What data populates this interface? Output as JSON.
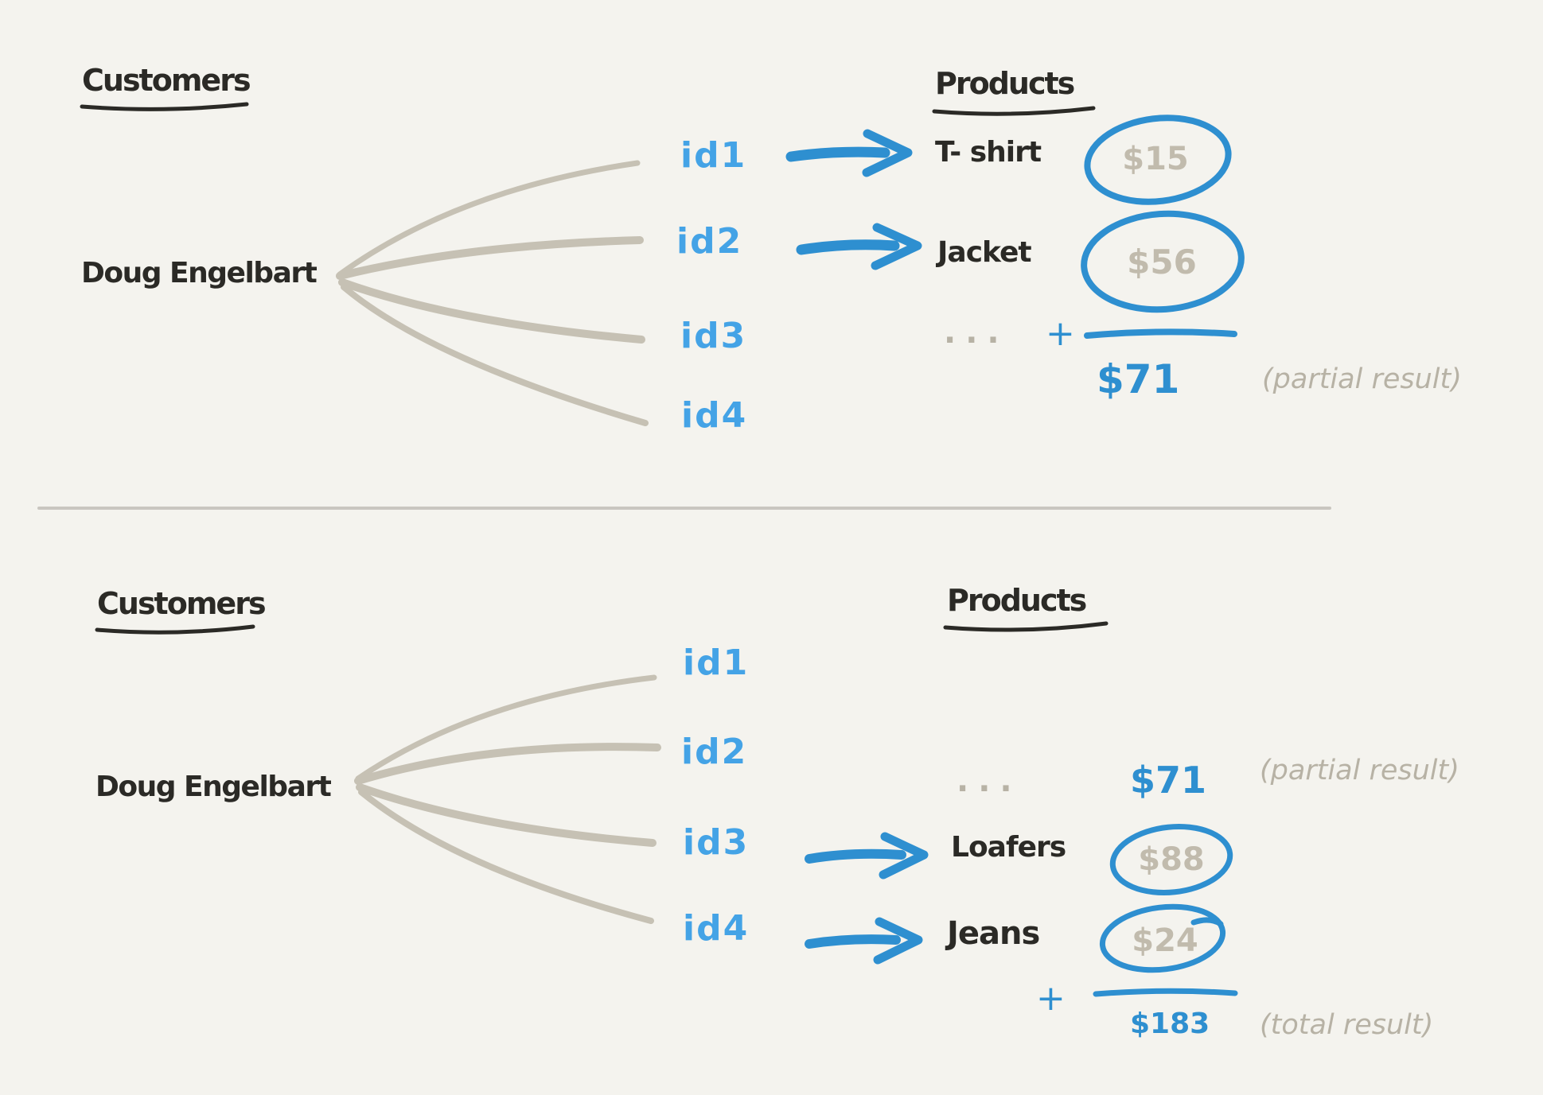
{
  "palette": {
    "background": "#f4f3ee",
    "ink": "#2b2a26",
    "blue_text": "#44a3e6",
    "blue_stroke": "#2e8fd0",
    "gray_stroke": "#c6c1b4",
    "gray_price": "#c1bbad",
    "gray_note": "#b7b2a5"
  },
  "top_diagram": {
    "customers_heading": "Customers",
    "products_heading": "Products",
    "customer_name": "Doug Engelbart",
    "order_ids": [
      "id1",
      "id2",
      "id3",
      "id4"
    ],
    "mapped_products": [
      {
        "name": "T- shirt",
        "price": "$15"
      },
      {
        "name": "Jacket",
        "price": "$56"
      }
    ],
    "ellipsis": "...",
    "plus_sign": "+",
    "sum_value": "$71",
    "sum_note": "(partial result)"
  },
  "bottom_diagram": {
    "customers_heading": "Customers",
    "products_heading": "Products",
    "customer_name": "Doug Engelbart",
    "order_ids": [
      "id1",
      "id2",
      "id3",
      "id4"
    ],
    "carried_over": {
      "ellipsis": "...",
      "value": "$71",
      "note": "(partial result)"
    },
    "mapped_products": [
      {
        "name": "Loafers",
        "price": "$88"
      },
      {
        "name": "Jeans",
        "price": "$24"
      }
    ],
    "plus_sign": "+",
    "sum_value": "$183",
    "sum_note": "(total result)"
  }
}
